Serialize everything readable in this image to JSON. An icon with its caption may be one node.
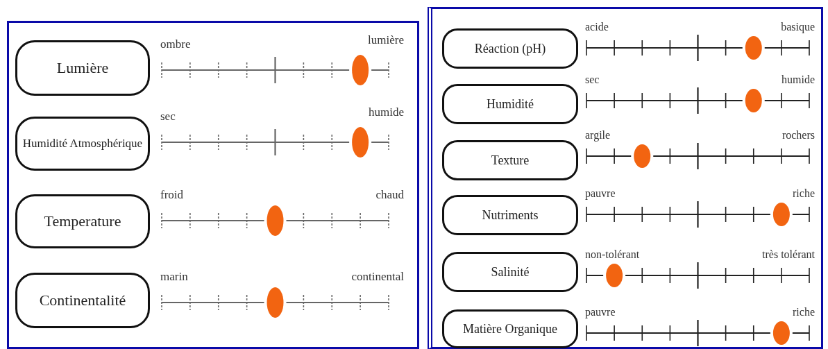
{
  "diagram": {
    "nodes": [
      {
        "text": [
          "Lumière"
        ]
      },
      {
        "text": [
          "Humidité Atmosphérique"
        ]
      },
      {
        "text": [
          "Temperature"
        ]
      },
      {
        "text": [
          "Continentalité"
        ]
      },
      {
        "text": [
          "Réaction (pH)"
        ]
      },
      {
        "text": [
          "Humidité"
        ]
      },
      {
        "text": [
          "Texture"
        ]
      },
      {
        "text": [
          "Nutriments"
        ]
      },
      {
        "text": [
          "Salinité"
        ]
      },
      {
        "text": [
          "Matière Organique"
        ]
      }
    ],
    "labels": [
      "ombre",
      "lumière",
      "sec",
      "humide",
      "froid",
      "chaud",
      "marin",
      "continental",
      "acide",
      "basique",
      "sec",
      "humide",
      "argile",
      "rochers",
      "pauvre",
      "riche",
      "non-tolérant",
      "très tolérant",
      "pauvre",
      "riche"
    ]
  }
}
